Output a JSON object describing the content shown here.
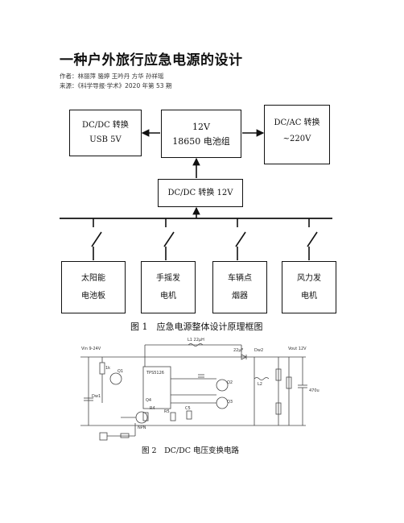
{
  "article": {
    "title": "一种户外旅行应急电源的设计",
    "authors": "作者：林丽萍 骆婷 王吟丹 方华 孙祥瑶",
    "source": "来源：《科学导报·学术》2020 年第 53 期"
  },
  "figure1": {
    "caption": "图 1　应急电源整体设计原理框图",
    "blocks": {
      "usb": [
        "DC/DC 转换",
        "USB 5V"
      ],
      "battery": [
        "12V",
        "18650 电池组"
      ],
      "inverter": [
        "DC/AC 转换",
        "~220V"
      ],
      "dcdc12": [
        "DC/DC 转换  12V"
      ],
      "solar": [
        "太阳能",
        "电池板"
      ],
      "hand": [
        "手摇发",
        "电机"
      ],
      "car": [
        "车辆点",
        "烟器"
      ],
      "wind": [
        "风力发",
        "电机"
      ]
    }
  },
  "figure2": {
    "caption": "图 2　DC/DC 电压变换电路",
    "labels": {
      "vin": "Vin 9-24V",
      "vout": "Vout 12V",
      "l1": "L1 22μH",
      "ic": "TPS5126",
      "c2": "22μF",
      "dw2": "Dw2",
      "dw1": "Dw1",
      "q1": "Q1",
      "q2": "Q2",
      "q3": "Q3",
      "q4": "Q4",
      "npn": "NPN",
      "r1": "1k",
      "r4": "R4",
      "r5": "R5",
      "c5": "C5",
      "l2": "L2",
      "c1": "470u"
    }
  }
}
